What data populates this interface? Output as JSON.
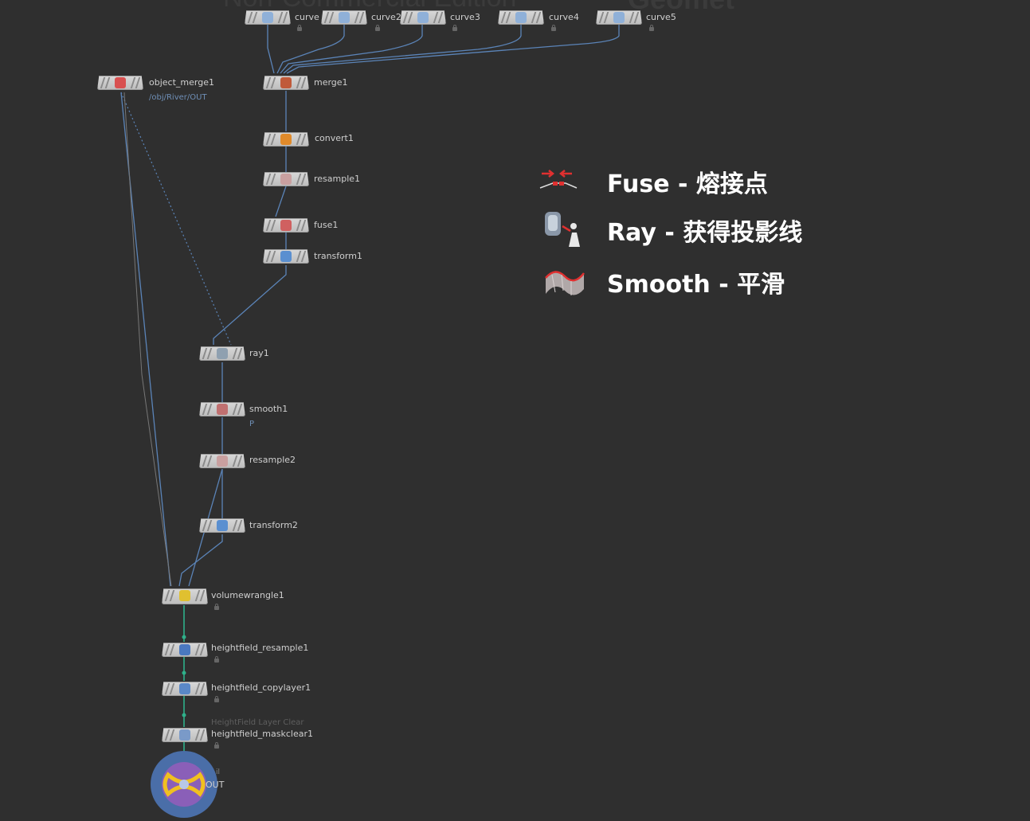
{
  "watermark": {
    "left": "Non-Commercial Edition",
    "right": "Geomet"
  },
  "nodes": {
    "curve1": {
      "label": "curve"
    },
    "curve2": {
      "label": "curve2"
    },
    "curve3": {
      "label": "curve3"
    },
    "curve4": {
      "label": "curve4"
    },
    "curve5": {
      "label": "curve5"
    },
    "object_merge1": {
      "label": "object_merge1",
      "path": "/obj/River/OUT"
    },
    "merge1": {
      "label": "merge1"
    },
    "convert1": {
      "label": "convert1"
    },
    "resample1": {
      "label": "resample1"
    },
    "fuse1": {
      "label": "fuse1"
    },
    "transform1": {
      "label": "transform1"
    },
    "ray1": {
      "label": "ray1"
    },
    "smooth1": {
      "label": "smooth1",
      "param": "P"
    },
    "resample2": {
      "label": "resample2"
    },
    "transform2": {
      "label": "transform2"
    },
    "volumewrangle1": {
      "label": "volumewrangle1"
    },
    "heightfield_resample1": {
      "label": "heightfield_resample1"
    },
    "heightfield_copylayer1": {
      "label": "heightfield_copylayer1"
    },
    "heightfield_maskclear1": {
      "label": "heightfield_maskclear1",
      "type_label": "HeightField Layer Clear"
    },
    "out": {
      "label": "OUT",
      "pre": "il"
    }
  },
  "legend": [
    {
      "icon": "fuse-icon",
      "text": "Fuse - 熔接点"
    },
    {
      "icon": "ray-icon",
      "text": "Ray - 获得投影线"
    },
    {
      "icon": "smooth-icon",
      "text": "Smooth - 平滑"
    }
  ],
  "colors": {
    "background": "#2f2f2f",
    "wire": "#5b84b8",
    "wire_green": "#2fb08a",
    "out_outer": "#4a6ea8",
    "out_inner": "#8a5fb8"
  }
}
